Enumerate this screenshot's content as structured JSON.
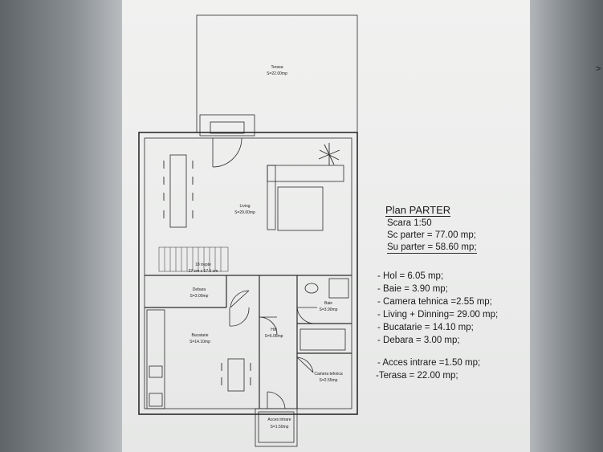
{
  "plan": {
    "title": "Plan PARTER",
    "scale": "Scara 1:50",
    "sc_parter": "Sc parter = 77.00 mp;",
    "su_parter": "Su parter = 58.60 mp;",
    "rooms_list": [
      "- Hol = 6.05 mp;",
      "- Baie  = 3.90 mp;",
      "- Camera tehnica =2.55 mp;",
      "- Living + Dinning= 29.00 mp;",
      "- Bucatarie = 14.10 mp;",
      "- Debara = 3.00 mp;"
    ],
    "extra_list": [
      "- Acces intrare =1.50 mp;",
      "-Terasa = 22.00 mp;"
    ]
  },
  "drawing": {
    "terasa": {
      "name": "Terasa",
      "area": "S=22.00mp"
    },
    "living": {
      "name": "Living",
      "area": "S=29.00mp"
    },
    "stairs": {
      "name": "18 trepte",
      "dims": "27 cm x 17.5 cm"
    },
    "debara": {
      "name": "Debara",
      "area": "S=3.00mp"
    },
    "baie": {
      "name": "Baie",
      "area": "S=3.90mp"
    },
    "bucatarie": {
      "name": "Bucatarie",
      "area": "S=14.10mp"
    },
    "hol": {
      "name": "Hol",
      "area": "S=6.05mp"
    },
    "camera_tehnica": {
      "name": "Camera tehnica",
      "area": "S=2.55mp"
    },
    "acces": {
      "name": "Acces intrare",
      "area": "S=1.50mp"
    }
  },
  "edge_glyph": ">",
  "colors": {
    "line": "#2b2b2b",
    "paper": "#eeeeed",
    "bezel": "#6f7478"
  }
}
